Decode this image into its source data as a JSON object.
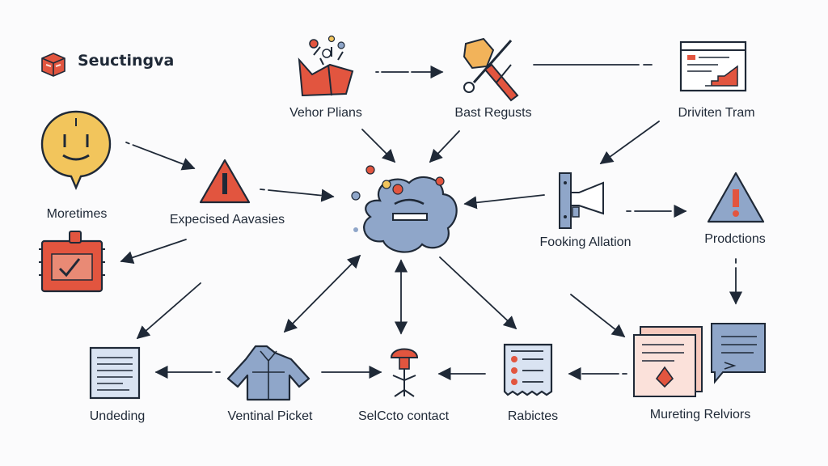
{
  "brand": {
    "name": "Seuctingva",
    "logo_icon": "cube-logo-icon"
  },
  "colors": {
    "red": "#e2553f",
    "blue": "#8fa6c9",
    "ink": "#1f2937",
    "yellow": "#f2c55c",
    "paper": "#eef2f8"
  },
  "nodes": [
    {
      "id": "vehor-plians",
      "label": "Vehor Plians",
      "icon": "folder-sparks-icon"
    },
    {
      "id": "bast-regusts",
      "label": "Bast Regusts",
      "icon": "wrench-tools-icon"
    },
    {
      "id": "driviten-tram",
      "label": "Driviten Tram",
      "icon": "browser-chart-icon"
    },
    {
      "id": "moretimes",
      "label": "Moretimes",
      "icon": "smiley-badge-icon"
    },
    {
      "id": "expecised-aavasies",
      "label": "Expecised Aavasies",
      "icon": "warning-icon"
    },
    {
      "id": "fooking-allation",
      "label": "Fooking Allation",
      "icon": "megaphone-icon"
    },
    {
      "id": "prodctions",
      "label": "Prodctions",
      "icon": "warning-icon"
    },
    {
      "id": "undeding",
      "label": "Undeding",
      "icon": "document-icon"
    },
    {
      "id": "ventinal-picket",
      "label": "Ventinal Picket",
      "icon": "shirt-icon"
    },
    {
      "id": "selccto-contact",
      "label": "SelCcto contact",
      "icon": "mushroom-sprout-icon"
    },
    {
      "id": "rabictes",
      "label": "Rabictes",
      "icon": "checklist-icon"
    },
    {
      "id": "mureting-relviors",
      "label": "Mureting Relviors",
      "icon": "documents-stack-icon"
    }
  ],
  "extra_icons": [
    "certificate-icon",
    "cloud-face-icon"
  ]
}
